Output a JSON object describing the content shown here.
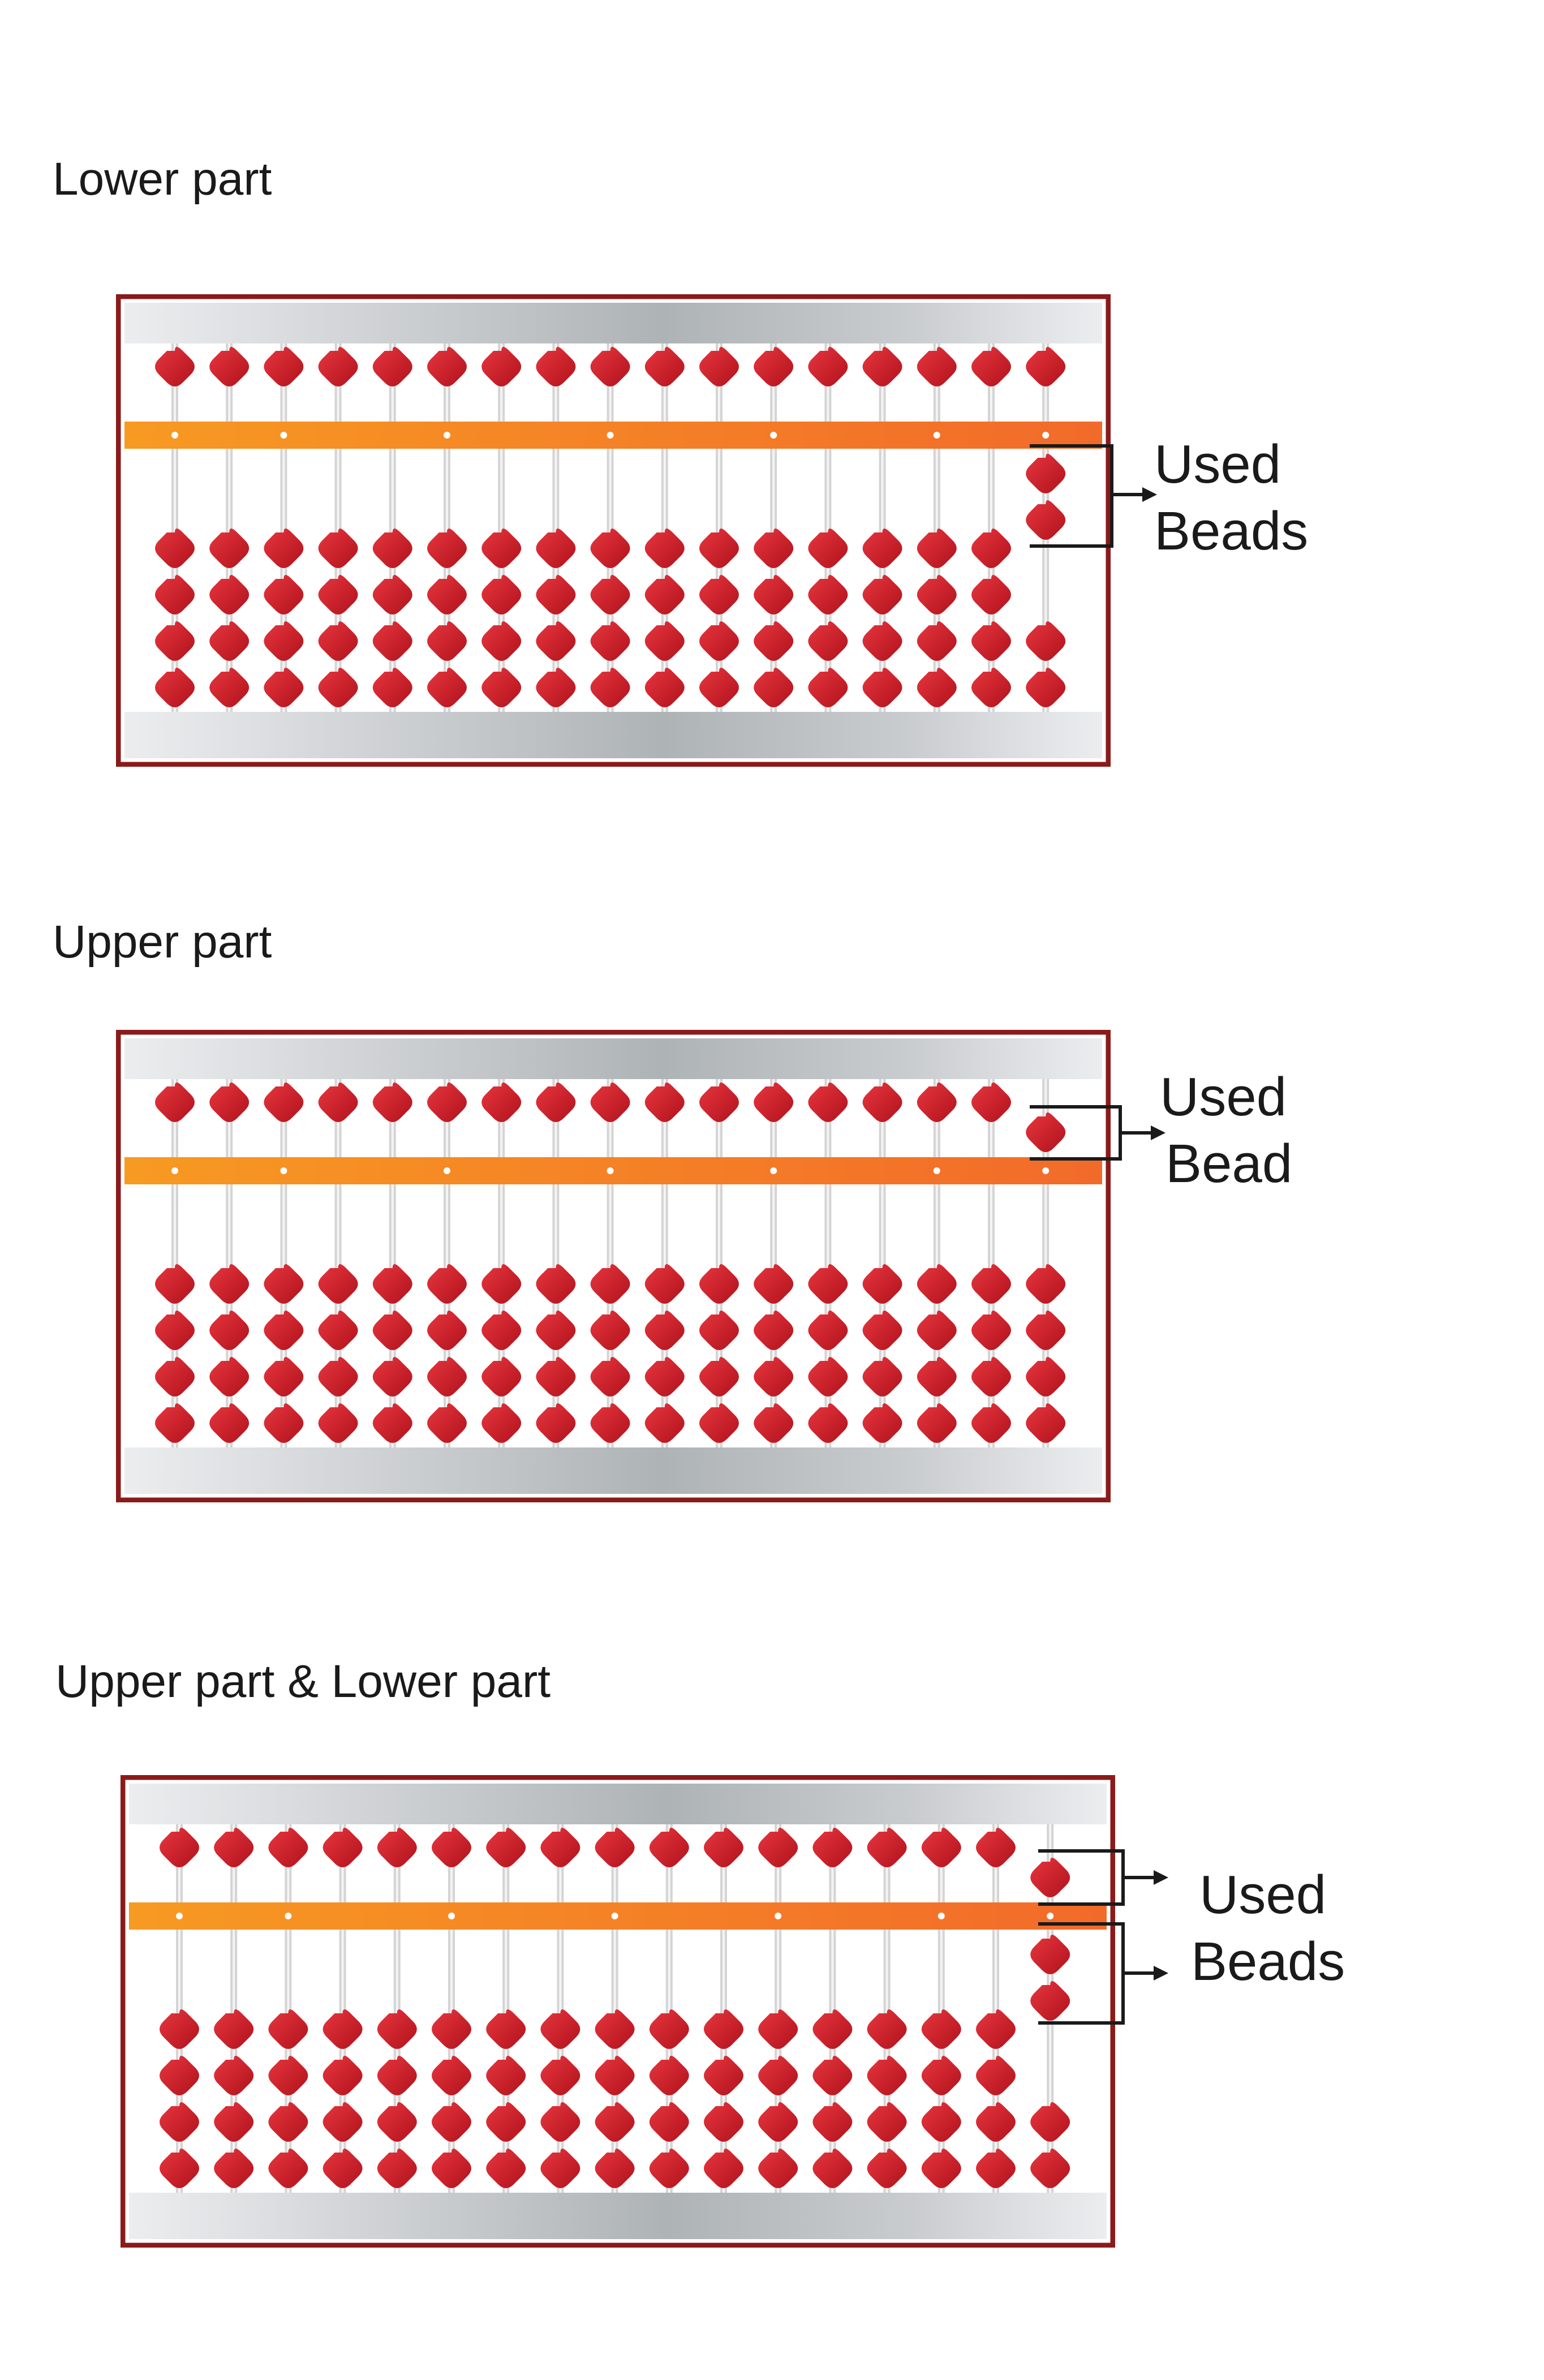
{
  "colors": {
    "frame": "#8b1a1a",
    "bar_light": "#ecedef",
    "bar_mid": "#aeb3b6",
    "beam_start": "#f79a22",
    "beam_end": "#f26a2a",
    "bead_light": "#e8363f",
    "bead_dark": "#b0121c",
    "rod": "#d4d4d4",
    "ink": "#1a1a1a"
  },
  "diagrams": [
    {
      "title": "Lower part",
      "label_line1": "Used",
      "label_line2": "Beads",
      "bead_icon": "diamond-bead-icon",
      "rods": 17,
      "upper_active_last_rod": 0,
      "lower_active_last_rod": 2
    },
    {
      "title": "Upper part",
      "label_line1": "Used",
      "label_line2": "Bead",
      "bead_icon": "diamond-bead-icon",
      "rods": 17,
      "upper_active_last_rod": 1,
      "lower_active_last_rod": 0
    },
    {
      "title": "Upper part & Lower part",
      "label_line1": "Used",
      "label_line2": "Beads",
      "bead_icon": "diamond-bead-icon",
      "rods": 17,
      "upper_active_last_rod": 1,
      "lower_active_last_rod": 2
    }
  ]
}
